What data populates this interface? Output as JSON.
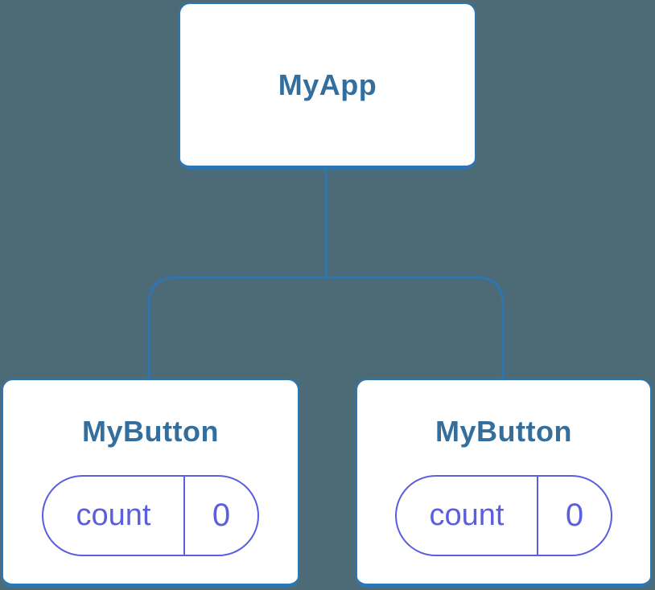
{
  "theme": {
    "background": "#4D6B77",
    "node_fill": "#FFFFFF",
    "node_border": "#2E76B0",
    "connector": "#2E76B0",
    "title_color": "#336E9D",
    "state_color": "#5A5FDF"
  },
  "tree": {
    "root": {
      "title": "MyApp"
    },
    "children": [
      {
        "title": "MyButton",
        "state": {
          "label": "count",
          "value": "0"
        }
      },
      {
        "title": "MyButton",
        "state": {
          "label": "count",
          "value": "0"
        }
      }
    ]
  }
}
